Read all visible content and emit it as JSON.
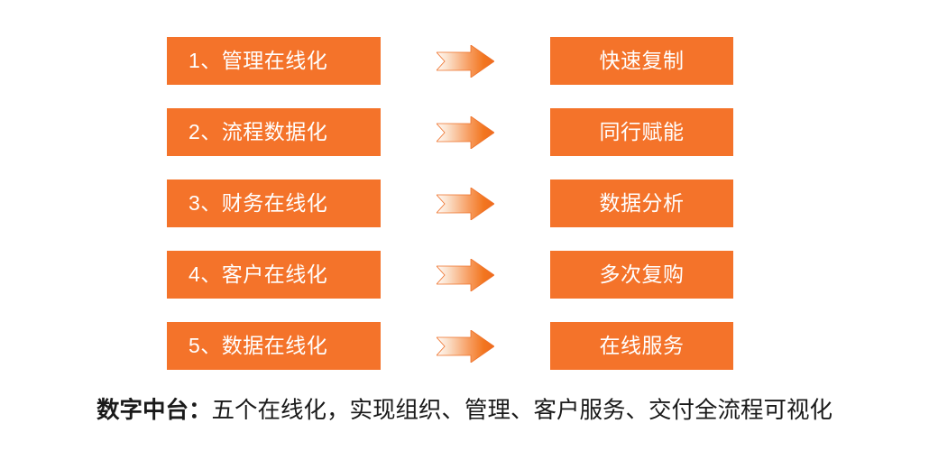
{
  "meta": {
    "accent_color": "#f4732a",
    "arrow_color_dark": "#ef6a1f",
    "arrow_color_light": "#fdf0e6",
    "text_on_accent": "#ffffff",
    "caption_color": "#1a1a1a",
    "background": "#ffffff"
  },
  "diagram": {
    "rows": [
      {
        "left_label": "1、管理在线化",
        "arrow_icon": "right-arrow-icon",
        "right_label": "快速复制"
      },
      {
        "left_label": "2、流程数据化",
        "arrow_icon": "right-arrow-icon",
        "right_label": "同行赋能"
      },
      {
        "left_label": "3、财务在线化",
        "arrow_icon": "right-arrow-icon",
        "right_label": "数据分析"
      },
      {
        "left_label": "4、客户在线化",
        "arrow_icon": "right-arrow-icon",
        "right_label": "多次复购"
      },
      {
        "left_label": "5、数据在线化",
        "arrow_icon": "right-arrow-icon",
        "right_label": "在线服务"
      }
    ]
  },
  "caption": {
    "strong": "数字中台：",
    "rest": "五个在线化，实现组织、管理、客户服务、交付全流程可视化"
  }
}
